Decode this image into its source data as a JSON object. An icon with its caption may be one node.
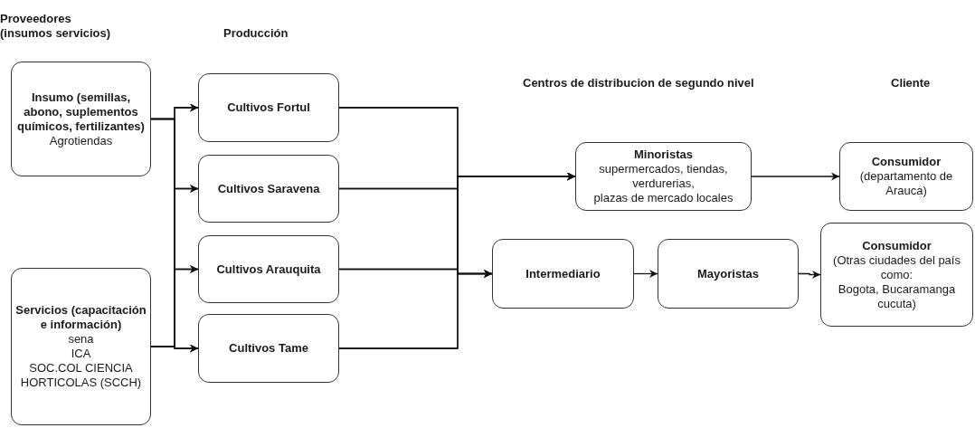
{
  "diagram": {
    "nodes": [
      {
        "text": [
          "Insumo (semillas, abono, suplementos químicos, fertilizantes)",
          "Agrotiendas"
        ]
      },
      {
        "text": [
          "Servicios (capacitación e información)",
          "sena",
          "ICA",
          "SOC.COL CIENCIA HORTICOLAS (SCCH)"
        ]
      },
      {
        "text": [
          "Cultivos Fortul"
        ]
      },
      {
        "text": [
          "Cultivos Saravena"
        ]
      },
      {
        "text": [
          "Cultivos Arauquita"
        ]
      },
      {
        "text": [
          "Cultivos Tame"
        ]
      },
      {
        "text": [
          "Minoristas",
          "supermercados, tiendas, verdurerias,",
          "plazas de mercado locales"
        ]
      },
      {
        "text": [
          "Consumidor",
          "(departamento de Arauca)"
        ]
      },
      {
        "text": [
          "Intermediario"
        ]
      },
      {
        "text": [
          "Mayoristas"
        ]
      },
      {
        "text": [
          "Consumidor",
          "(Otras ciudades del país como:",
          "Bogota, Bucaramanga cucuta)"
        ]
      }
    ],
    "edges": [
      {
        "from": 0,
        "to": 2,
        "arrow": "to"
      },
      {
        "from": 0,
        "to": 3,
        "arrow": "to"
      },
      {
        "from": 0,
        "to": 4,
        "arrow": "to"
      },
      {
        "from": 0,
        "to": 5,
        "arrow": "to"
      },
      {
        "from": 1,
        "to": 2,
        "arrow": "to"
      },
      {
        "from": 1,
        "to": 3,
        "arrow": "to"
      },
      {
        "from": 1,
        "to": 4,
        "arrow": "to"
      },
      {
        "from": 1,
        "to": 5,
        "arrow": "to"
      },
      {
        "from": 2,
        "to": 6,
        "arrow": "to"
      },
      {
        "from": 3,
        "to": 6,
        "arrow": "to"
      },
      {
        "from": 4,
        "to": 6,
        "arrow": "to"
      },
      {
        "from": 5,
        "to": 6,
        "arrow": "to"
      },
      {
        "from": 2,
        "to": 8,
        "arrow": "to"
      },
      {
        "from": 3,
        "to": 8,
        "arrow": "to"
      },
      {
        "from": 4,
        "to": 8,
        "arrow": "to"
      },
      {
        "from": 5,
        "to": 8,
        "arrow": "to"
      },
      {
        "from": 6,
        "to": 7,
        "arrow": "to"
      },
      {
        "from": 8,
        "to": 9,
        "arrow": "to"
      },
      {
        "from": 9,
        "to": 10,
        "arrow": "to"
      }
    ],
    "labels": [
      "Proveedores (insumos servicios)",
      "Producción",
      "Centros de distribucion de segundo nivel",
      "Cliente"
    ]
  }
}
